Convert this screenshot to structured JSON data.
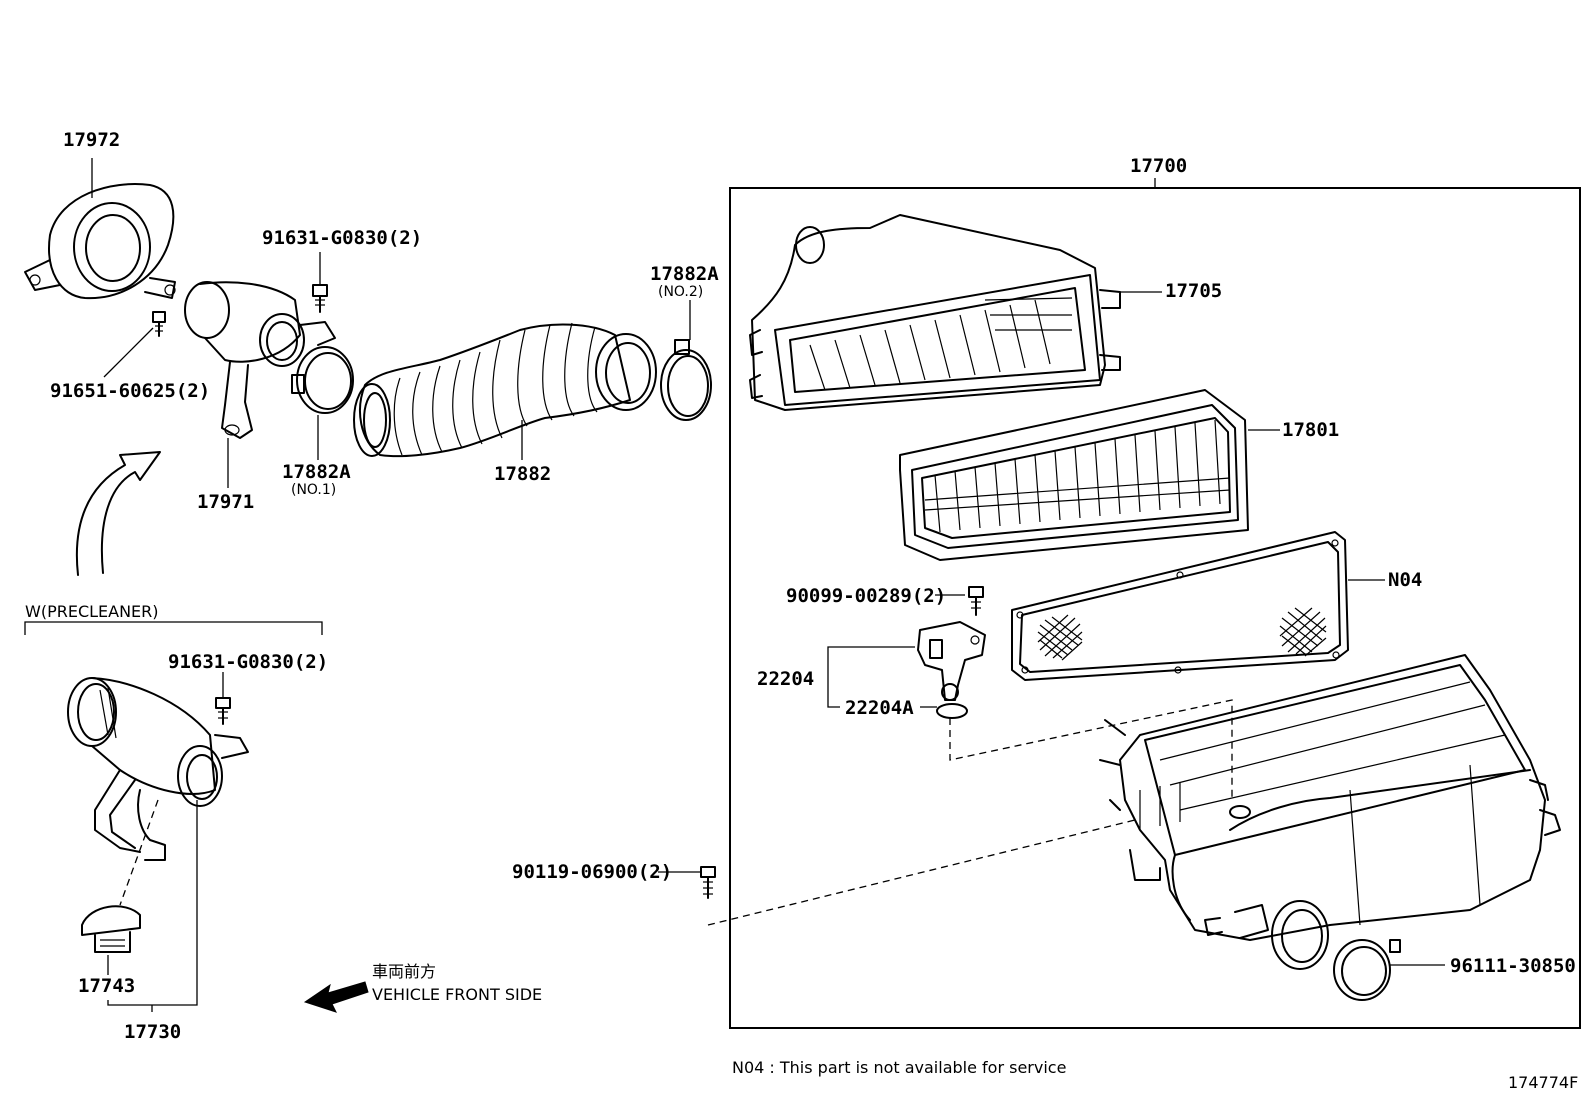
{
  "labels": {
    "p17972": "17972",
    "p91631_top": "91631-G0830(2)",
    "p17882A_no2": "17882A",
    "no2": "(NO.2)",
    "p17700": "17700",
    "p17705": "17705",
    "p91651": "91651-60625(2)",
    "p17801": "17801",
    "p17882A_no1": "17882A",
    "no1": "(NO.1)",
    "p17882": "17882",
    "p17971": "17971",
    "p90099": "90099-00289(2)",
    "pN04": "N04",
    "precleaner": "W(PRECLEANER)",
    "p91631_low": "91631-G0830(2)",
    "p22204": "22204",
    "p22204A": "22204A",
    "p90119": "90119-06900(2)",
    "p96111": "96111-30850",
    "p17743": "17743",
    "p17730": "17730",
    "front_jp": "車両前方",
    "front_en": "VEHICLE FRONT SIDE",
    "note": "N04 : This part is not available for service",
    "diagram_id": "174774F"
  },
  "icons": {
    "front_arrow": "left-arrow-icon",
    "air_flow_arrow": "curved-up-arrow-icon"
  }
}
